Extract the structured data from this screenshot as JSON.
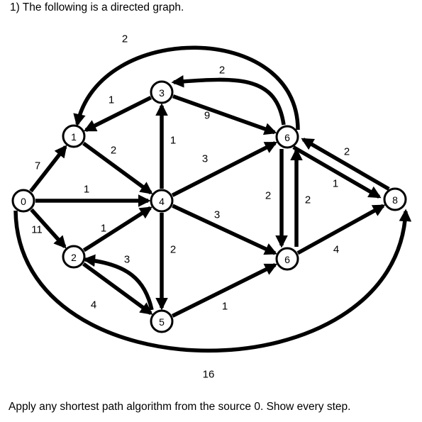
{
  "question": "1)  The following is a directed graph.",
  "instruction": "Apply any shortest path algorithm from the source 0. Show every step.",
  "nodes": [
    {
      "id": "n0",
      "label": "0"
    },
    {
      "id": "n1",
      "label": "1"
    },
    {
      "id": "n2",
      "label": "2"
    },
    {
      "id": "n3",
      "label": "3"
    },
    {
      "id": "n4",
      "label": "4"
    },
    {
      "id": "n5",
      "label": "5"
    },
    {
      "id": "n6top",
      "label": "6"
    },
    {
      "id": "n6bot",
      "label": "6"
    },
    {
      "id": "n8",
      "label": "8"
    }
  ],
  "edges": [
    {
      "from": "n0",
      "to": "n1",
      "weight": "7"
    },
    {
      "from": "n0",
      "to": "n4",
      "weight": "1"
    },
    {
      "from": "n0",
      "to": "n2",
      "weight": "11"
    },
    {
      "from": "n0",
      "to": "n8",
      "weight": "16"
    },
    {
      "from": "n1",
      "to": "n4",
      "weight": "2"
    },
    {
      "from": "n3",
      "to": "n1",
      "weight": "1"
    },
    {
      "from": "n3",
      "to": "n6top",
      "weight": "9"
    },
    {
      "from": "n6top",
      "to": "n3",
      "weight": "2"
    },
    {
      "from": "n6top",
      "to": "n1",
      "weight": "2"
    },
    {
      "from": "n4",
      "to": "n3",
      "weight": "1"
    },
    {
      "from": "n4",
      "to": "n6top",
      "weight": "3"
    },
    {
      "from": "n4",
      "to": "n6bot",
      "weight": "3"
    },
    {
      "from": "n4",
      "to": "n5",
      "weight": "2"
    },
    {
      "from": "n2",
      "to": "n4",
      "weight": "1"
    },
    {
      "from": "n2",
      "to": "n5",
      "weight": "4"
    },
    {
      "from": "n5",
      "to": "n2",
      "weight": "3"
    },
    {
      "from": "n5",
      "to": "n6bot",
      "weight": "1"
    },
    {
      "from": "n6top",
      "to": "n6bot",
      "weight": "2"
    },
    {
      "from": "n6bot",
      "to": "n6top",
      "weight": "2"
    },
    {
      "from": "n6top",
      "to": "n8",
      "weight": "1"
    },
    {
      "from": "n8",
      "to": "n6top",
      "weight": "2"
    },
    {
      "from": "n6bot",
      "to": "n8",
      "weight": "4"
    }
  ]
}
